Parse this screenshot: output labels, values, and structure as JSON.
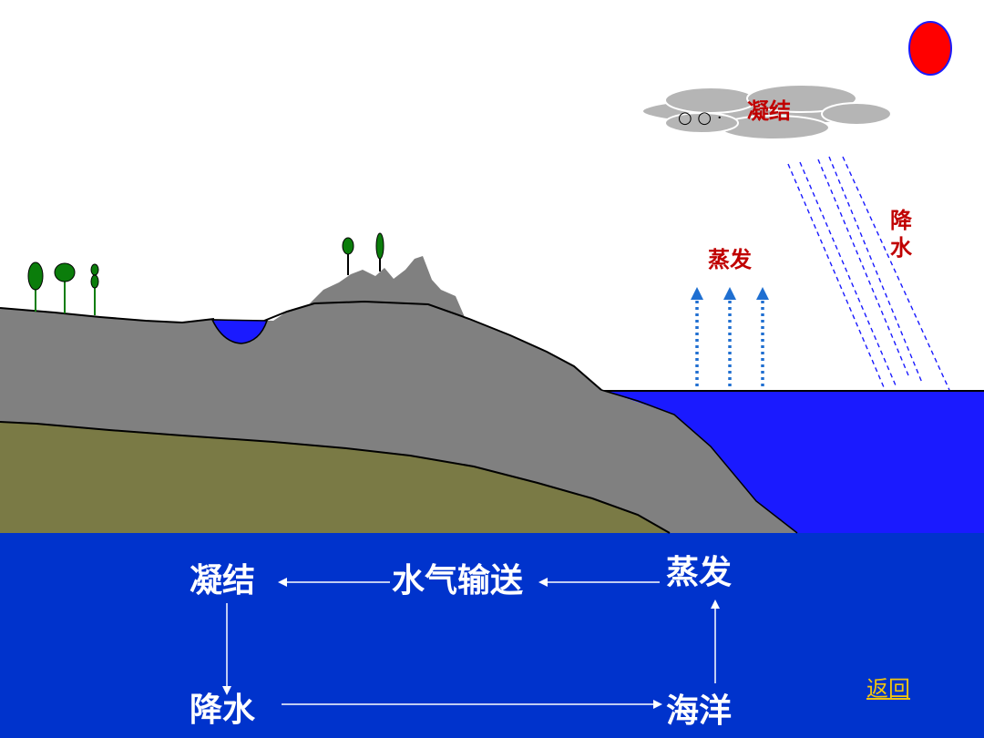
{
  "scene": {
    "condensation_label": "凝结",
    "precipitation_label": "降水",
    "evaporation_label": "蒸发",
    "cloud_dots": "○ ○ ·"
  },
  "cycle": {
    "condensation": "凝结",
    "vapor_transport": "水气输送",
    "evaporation": "蒸发",
    "precipitation": "降水",
    "ocean": "海洋"
  },
  "nav": {
    "return_label": "返回"
  },
  "colors": {
    "ocean": "#1a1aff",
    "land": "#808080",
    "soil": "#7a7a45",
    "sun": "#ff0000",
    "panel": "#0033cc",
    "label_red": "#c00000",
    "rain": "#1a1aff",
    "tree": "#0b7d0b",
    "evaporation_arrow": "#1f6fd1"
  }
}
